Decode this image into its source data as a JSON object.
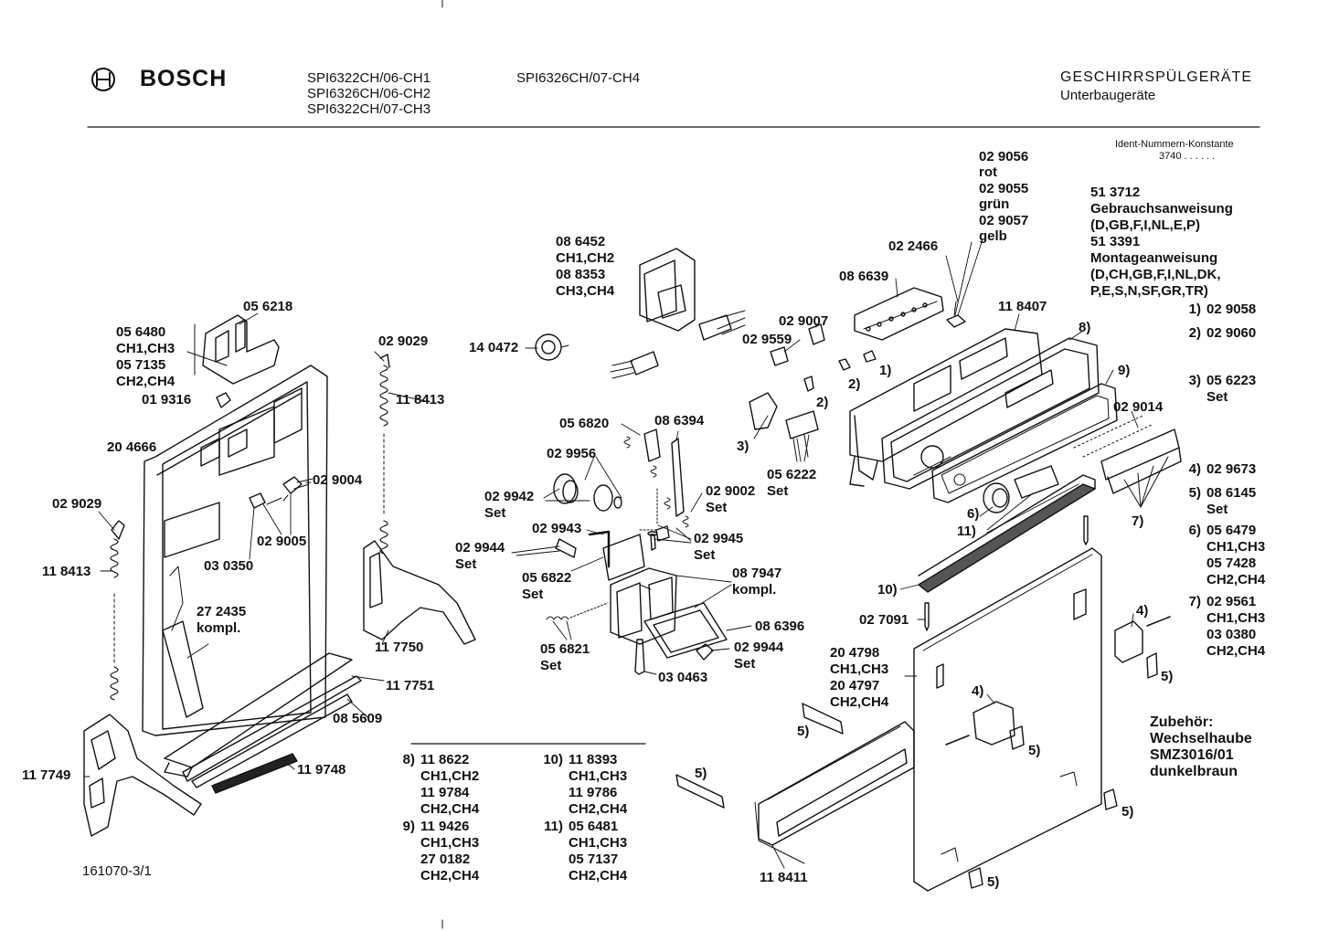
{
  "header": {
    "brand": "BOSCH",
    "models_col1": [
      "SPI6322CH/06-CH1",
      "SPI6326CH/06-CH2",
      "SPI6322CH/07-CH3"
    ],
    "models_col2": "SPI6326CH/07-CH4",
    "title": "GESCHIRRSPÜLGERÄTE",
    "subtitle": "Unterbaugeräte",
    "ident_label": "Ident-Nummern-Konstante",
    "ident_value": "3740  . .  . . . ."
  },
  "doc_info": {
    "lines": [
      "51 3712",
      "Gebrauchsanweisung",
      "(D,GB,F,I,NL,E,P)",
      "51 3391",
      "Montageanweisung",
      "(D,CH,GB,F,I,NL,DK,",
      "P,E,S,N,SF,GR,TR)"
    ]
  },
  "notes": {
    "n1": {
      "key": "1)",
      "lines": [
        "02 9058"
      ]
    },
    "n2": {
      "key": "2)",
      "lines": [
        "02 9060"
      ]
    },
    "n3": {
      "key": "3)",
      "lines": [
        "05 6223",
        "Set"
      ]
    },
    "n4": {
      "key": "4)",
      "lines": [
        "02 9673"
      ]
    },
    "n5": {
      "key": "5)",
      "lines": [
        "08 6145",
        "Set"
      ]
    },
    "n6": {
      "key": "6)",
      "lines": [
        "05 6479",
        "CH1,CH3",
        "05 7428",
        "CH2,CH4"
      ]
    },
    "n7": {
      "key": "7)",
      "lines": [
        "02 9561",
        "CH1,CH3",
        "03 0380",
        "CH2,CH4"
      ]
    }
  },
  "accessory": [
    "Zubehör:",
    "Wechselhaube",
    "SMZ3016/01",
    "dunkelbraun"
  ],
  "bottom_table": {
    "c8": {
      "key": "8)",
      "lines": [
        "11 8622",
        "CH1,CH2",
        "11 9784",
        "CH2,CH4"
      ]
    },
    "c9": {
      "key": "9)",
      "lines": [
        "11 9426",
        "CH1,CH3",
        "27 0182",
        "CH2,CH4"
      ]
    },
    "c10": {
      "key": "10)",
      "lines": [
        "11 8393",
        "CH1,CH3",
        "11 9786",
        "CH2,CH4"
      ]
    },
    "c11": {
      "key": "11)",
      "lines": [
        "05 6481",
        "CH1,CH3",
        "05 7137",
        "CH2,CH4"
      ]
    }
  },
  "drawing_number": "161070-3/1",
  "labels": {
    "l056218": "05 6218",
    "l056480": "05 6480",
    "lch13a": "CH1,CH3",
    "l057135": "05 7135",
    "lch24a": "CH2,CH4",
    "l019316": "01 9316",
    "l204666": "20 4666",
    "l029004": "02 9004",
    "l029005": "02 9005",
    "l030350": "03 0350",
    "l029029a": "02 9029",
    "l118413a": "11 8413",
    "l272435": "27 2435",
    "lkompl1": "kompl.",
    "l029029b": "02 9029",
    "l118413b": "11 8413",
    "l117750": "11 7750",
    "l117751": "11 7751",
    "l085609": "08 5609",
    "l117749": "11 7749",
    "l119748": "11 9748",
    "l086452": "08 6452",
    "lch12": "CH1,CH2",
    "l088353": "08 8353",
    "lch34": "CH3,CH4",
    "l140472": "14 0472",
    "l056820": "05 6820",
    "l086394": "08 6394",
    "l029956": "02 9956",
    "l029942": "02 9942",
    "lset1": "Set",
    "l029002": "02 9002",
    "lset2": "Set",
    "l029943": "02 9943",
    "l029945": "02 9945",
    "lset3": "Set",
    "l029944a": "02 9944",
    "lset4": "Set",
    "l056822": "05 6822",
    "lset5": "Set",
    "l087947": "08 7947",
    "lkompl2": "kompl.",
    "l086396": "08 6396",
    "l056821": "05 6821",
    "lset6": "Set",
    "l029944b": "02 9944",
    "lset7": "Set",
    "l030463": "03 0463",
    "l029056": "02 9056",
    "lrot": "rot",
    "l029055": "02 9055",
    "lgruen": "grün",
    "l029057": "02 9057",
    "lgelb": "gelb",
    "l022466": "02 2466",
    "l086639": "08 6639",
    "l029007": "02 9007",
    "l029559": "02 9559",
    "l118407": "11 8407",
    "l056222": "05 6222",
    "lset8": "Set",
    "l029014": "02 9014",
    "l027091": "02 7091",
    "l204798": "20 4798",
    "lch13b": "CH1,CH3",
    "l204797": "20 4797",
    "lch24b": "CH2,CH4",
    "l118411": "11 8411",
    "k1": "1)",
    "k2": "2)",
    "k3": "3)",
    "k4a": "4)",
    "k4b": "4)",
    "k5a": "5)",
    "k5b": "5)",
    "k5c": "5)",
    "k5d": "5)",
    "k5e": "5)",
    "k5f": "5)",
    "k6": "6)",
    "k7": "7)",
    "k8": "8)",
    "k9": "9)",
    "k10": "10)",
    "k11": "11)"
  }
}
